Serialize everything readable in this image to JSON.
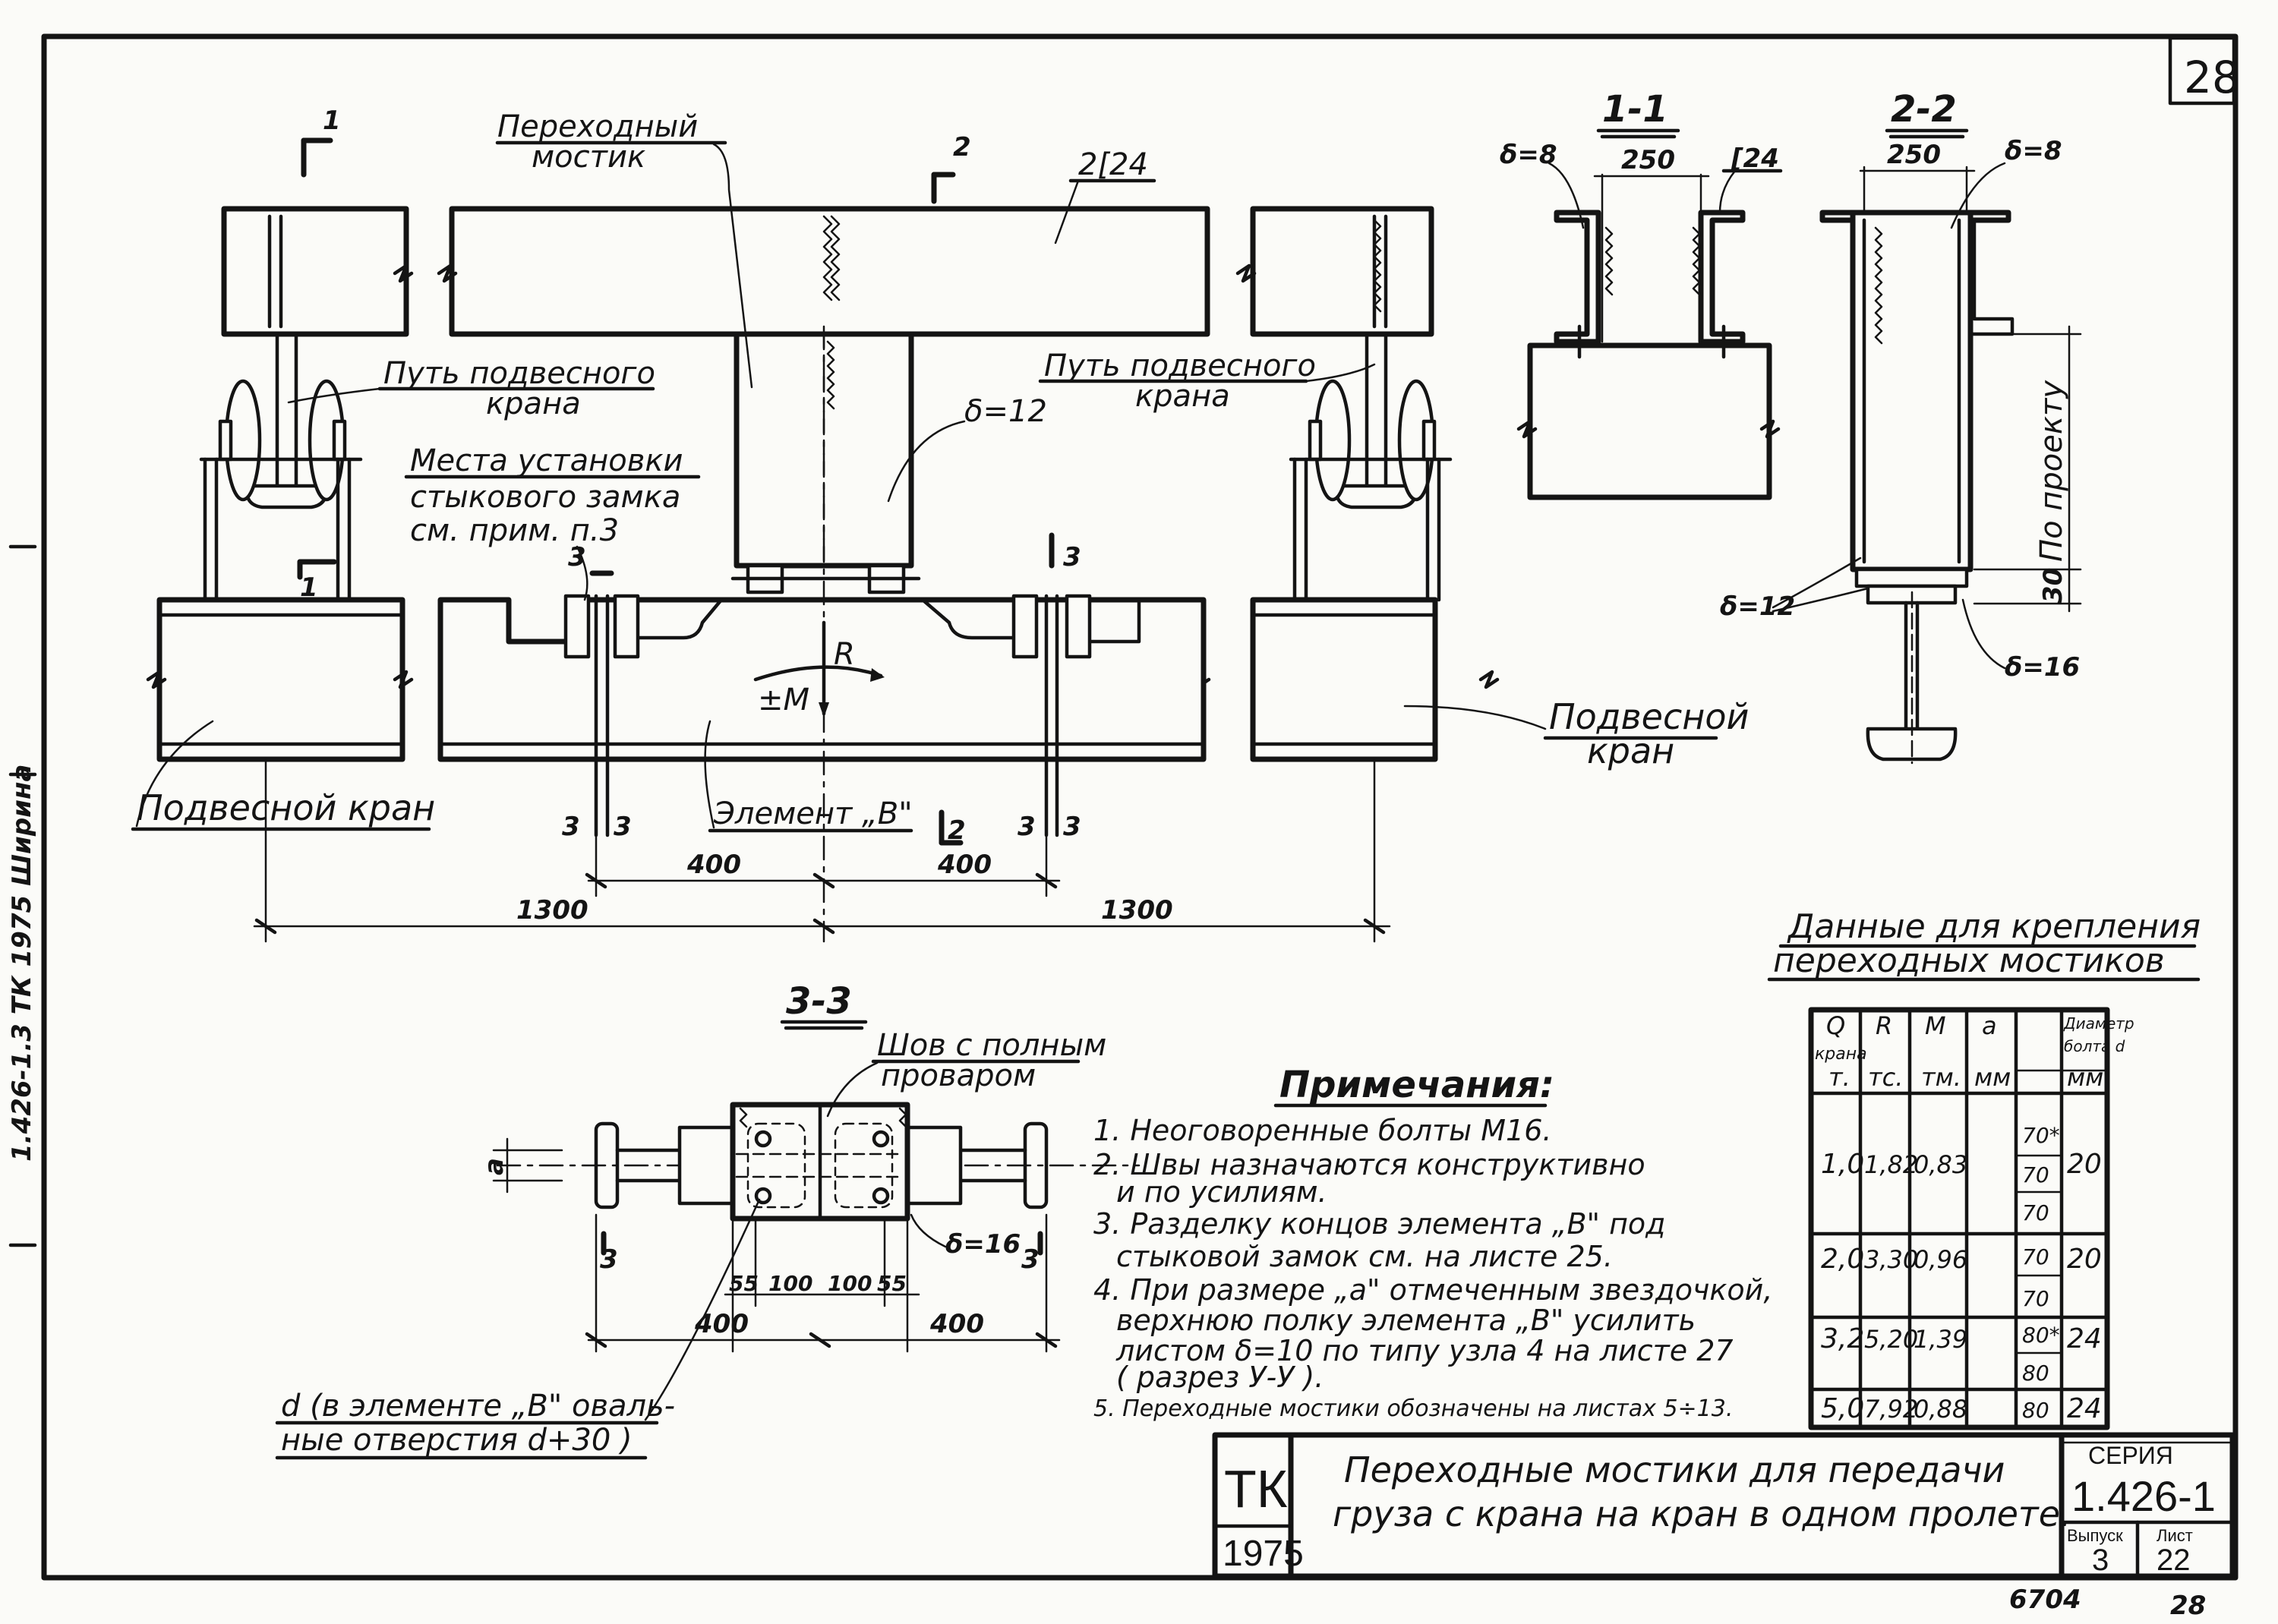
{
  "sheet_number": "28",
  "bottom_numbers": {
    "left": "6704",
    "right": "28"
  },
  "margin_stamp": "1.426-1.3   ТК 1975   Ширина",
  "labels": {
    "bridge": [
      "Переходный",
      "мостик"
    ],
    "channel": "2[24",
    "crane_path_left": [
      "Путь подвесного",
      "крана"
    ],
    "crane_path_right": [
      "Путь подвесного",
      "крана"
    ],
    "lock_place": [
      "Места установки",
      "стыкового замка",
      "см. прим. п.3"
    ],
    "plate_12": "δ=12",
    "crane_left": "Подвесной кран",
    "crane_right": [
      "Подвесной",
      "кран"
    ],
    "element_b": "Элемент „В\"",
    "force_r": "R",
    "moment": "±M"
  },
  "section_marks": {
    "s1": "1",
    "s1b": "1",
    "s2": "2",
    "s2b": "2",
    "s3a": "3",
    "s3b": "3"
  },
  "dimensions": {
    "d1300_left": "1300",
    "d1300_right": "1300",
    "d400_left": "400",
    "d400_right": "400",
    "d3_a": "3",
    "d3_b": "3",
    "d3_c": "3",
    "d3_d": "3"
  },
  "section_11": {
    "title": "1-1",
    "width": "250",
    "plate": "δ=8",
    "channel": "[24"
  },
  "section_22": {
    "title": "2-2",
    "width": "250",
    "plate_top": "δ=8",
    "by_project": "По проекту",
    "dim_30": "30",
    "plate_12": "δ=12",
    "plate_16": "δ=16"
  },
  "section_33": {
    "title": "3-3",
    "weld": [
      "Шов с полным",
      "проваром"
    ],
    "plate": "δ=16",
    "a": "a",
    "dims": [
      "55",
      "100",
      "100",
      "55"
    ],
    "d400_left": "400",
    "d400_right": "400",
    "m3_left": "3",
    "m3_right": "3",
    "hole_note": [
      "d (в элементе „В\" оваль-",
      "ные отверстия d+30 )"
    ]
  },
  "notes": {
    "title": "Примечания:",
    "lines": [
      "1. Неоговоренные болты М16.",
      "2. Швы назначаются конструктивно",
      "и по усилиям.",
      "3. Разделку концов элемента „В\" под",
      "стыковой замок см. на листе 25.",
      "4. При размере „а\" отмеченным звездочкой,",
      "верхнюю полку элемента „В\" усилить",
      "листом δ=10 по типу узла 4 на листе 27",
      "( разрез У-У ).",
      "5. Переходные мостики обозначены на листах 5÷13."
    ]
  },
  "table": {
    "title": [
      "Данные для крепления",
      "переходных мостиков"
    ],
    "headers": [
      [
        "Q",
        "крана",
        "т."
      ],
      [
        "R",
        "",
        "тс."
      ],
      [
        "M",
        "",
        "тм."
      ],
      [
        "a",
        "",
        "мм"
      ],
      [
        "Диаметр",
        "болта d",
        "мм"
      ]
    ],
    "rows": [
      {
        "q": "1,0",
        "r": "1,82",
        "m": "0,83",
        "a": [
          "70*",
          "70",
          "70"
        ],
        "d": "20"
      },
      {
        "q": "2,0",
        "r": "3,30",
        "m": "0,96",
        "a": [
          "70",
          "70"
        ],
        "d": "20"
      },
      {
        "q": "3,2",
        "r": "5,20",
        "m": "1,39",
        "a": [
          "80*",
          "80"
        ],
        "d": "24"
      },
      {
        "q": "5,0",
        "r": "7,92",
        "m": "0,88",
        "a": [
          "80"
        ],
        "d": "24"
      }
    ]
  },
  "title_block": {
    "org": "ТК",
    "year": "1975",
    "title": [
      "Переходные мостики для передачи",
      "груза с крана на кран в одном пролете."
    ],
    "series_label": "СЕРИЯ",
    "series": "1.426-1",
    "issue_label": "Выпуск",
    "issue": "3",
    "sheet_label": "Лист",
    "sheet": "22"
  }
}
